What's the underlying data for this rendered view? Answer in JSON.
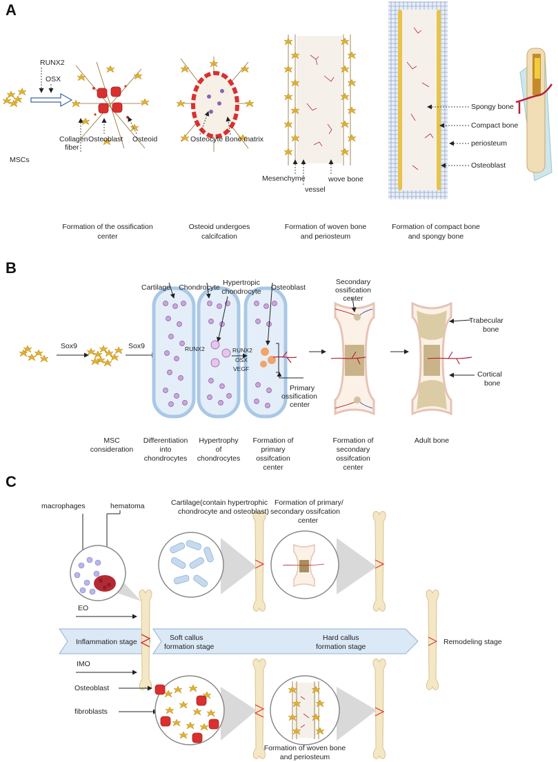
{
  "panels": {
    "a": "A",
    "b": "B",
    "c": "C"
  },
  "panelA": {
    "runx2": "RUNX2",
    "osx": "OSX",
    "mscs": "MSCs",
    "collagen_1": "Collagen",
    "collagen_2": "fiber",
    "osteoblast": "Osteoblast",
    "osteoid": "Osteoid",
    "osteocyte": "Osteocyte",
    "bone_matrix": "Bone matrix",
    "mesenchyme": "Mesenchyme",
    "vessel": "vessel",
    "wove_bone": "wove bone",
    "spongy_bone": "Spongy bone",
    "compact_bone": "Compact bone",
    "periosteum": "periosteum",
    "osteoblast2": "Osteoblast",
    "cap1_1": "Formation of the ossification",
    "cap1_2": "center",
    "cap2_1": "Osteoid undergoes",
    "cap2_2": "calcifcation",
    "cap3_1": "Formation of woven bone",
    "cap3_2": "and periosteum",
    "cap4_1": "Formation of compact bone",
    "cap4_2": "and spongy bone"
  },
  "panelB": {
    "sox9_1": "Sox9",
    "sox9_2": "Sox9",
    "cartilage": "Cartilage",
    "chondrocyte": "Chondrocyte",
    "hyper_1": "Hypertropic",
    "hyper_2": "chondrocyte",
    "osteoblast": "Osteoblast",
    "runx2": "RUNX2",
    "runx2b": "RUNX2",
    "osx": "OSX",
    "vegf": "VEGF",
    "sec_1": "Secondary",
    "sec_2": "ossification",
    "sec_3": "center",
    "prim_1": "Primary",
    "prim_2": "ossification",
    "prim_3": "center",
    "trab_1": "Trabecular",
    "trab_2": "bone",
    "cort_1": "Cortical",
    "cort_2": "bone",
    "c1_1": "MSC",
    "c1_2": "consideration",
    "c2_1": "Differentiation",
    "c2_2": "into",
    "c2_3": "chondrocytes",
    "c3_1": "Hypertrophy",
    "c3_2": "of",
    "c3_3": "chondrocytes",
    "c4_1": "Formation of",
    "c4_2": "primary",
    "c4_3": "ossifcation",
    "c4_4": "center",
    "c5_1": "Formation of",
    "c5_2": "secondary",
    "c5_3": "ossifcation",
    "c5_4": "center",
    "c6": "Adult bone"
  },
  "panelC": {
    "macrophages": "macrophages",
    "hematoma": "hematoma",
    "cart_1": "Cartilage(contain hypertrophic",
    "cart_2": "chondrocyte and osteoblast)",
    "form_1": "Formation of primary/",
    "form_2": "secondary ossifcation",
    "form_3": "center",
    "eo": "EO",
    "imo": "IMO",
    "inflam": "Inflammation stage",
    "soft_1": "Soft callus",
    "soft_2": "formation stage",
    "hard_1": "Hard callus",
    "hard_2": "formation stage",
    "remodel": "Remodeling stage",
    "osteoblast": "Osteoblast",
    "fibroblasts": "fibroblasts",
    "woven_1": "Formation of woven bone",
    "woven_2": "and periosteum"
  },
  "colors": {
    "cell": "#e3b12a",
    "osteoblast": "#d9302f",
    "vessel": "#b5213a",
    "cartilage": "#a9c8e6",
    "chondro": "#8a4fa3",
    "bone_outline": "#e6c3b5",
    "callus_arrow": "#dbe8f5"
  }
}
